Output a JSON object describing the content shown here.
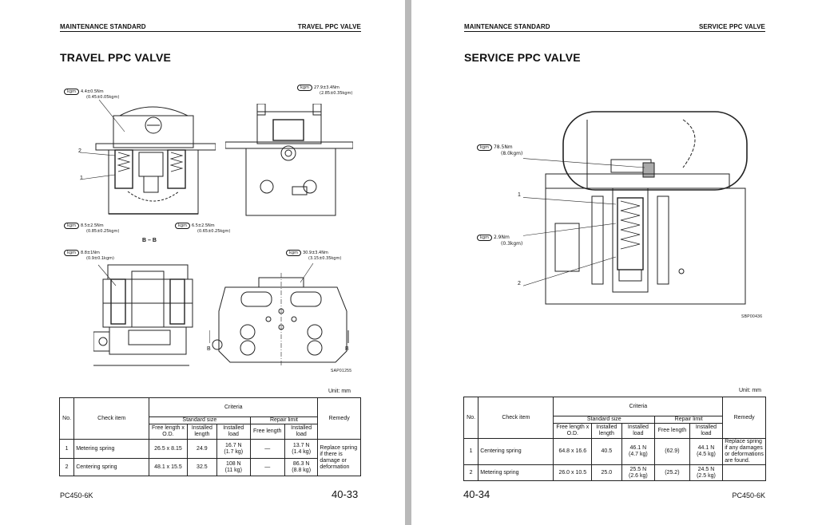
{
  "left": {
    "header_left": "MAINTENANCE STANDARD",
    "header_right": "TRAVEL PPC VALVE",
    "title": "TRAVEL PPC VALVE",
    "torques": {
      "t1": {
        "unit": "kgm",
        "nm": "4.4±0.5Nm",
        "kgm": "(0.45±0.05kgm)"
      },
      "t2": {
        "unit": "kgm",
        "nm": "27.9±3.4Nm",
        "kgm": "(2.85±0.35kgm)"
      },
      "t3": {
        "unit": "kgm",
        "nm": "8.5±2.5Nm",
        "kgm": "(0.85±0.25kgm)"
      },
      "t4": {
        "unit": "kgm",
        "nm": "6.5±2.5Nm",
        "kgm": "(0.65±0.25kgm)"
      },
      "t5": {
        "unit": "kgm",
        "nm": "8.8±1Nm",
        "kgm": "(0.9±0.1kgm)"
      },
      "t6": {
        "unit": "kgm",
        "nm": "30.9±3.4Nm",
        "kgm": "(3.15±0.35kgm)"
      }
    },
    "part1": "1",
    "part2": "2",
    "section_label": "B – B",
    "b_label": "B",
    "figure_code": "SAP01255",
    "unit": "Unit: mm",
    "table": {
      "h_no": "No.",
      "h_item": "Check item",
      "h_criteria": "Criteria",
      "h_remedy": "Remedy",
      "h_standard": "Standard size",
      "h_repair": "Repair limit",
      "h_free_od": "Free length x O.D.",
      "h_inst_len": "Installed length",
      "h_inst_load": "Installed load",
      "h_free_len": "Free length",
      "h_inst_load2": "Installed load",
      "rows": [
        {
          "no": "1",
          "item": "Metering spring",
          "free_od": "26.5 x 8.15",
          "inst_len": "24.9",
          "load_n": "16.7 N",
          "load_kg": "(1.7 kg)",
          "free_len": "—",
          "limit_n": "13.7 N",
          "limit_kg": "(1.4 kg)"
        },
        {
          "no": "2",
          "item": "Centering spring",
          "free_od": "48.1 x 15.5",
          "inst_len": "32.5",
          "load_n": "108 N",
          "load_kg": "(11 kg)",
          "free_len": "—",
          "limit_n": "86.3 N",
          "limit_kg": "(8.8 kg)"
        }
      ],
      "remedy": "Replace spring if there is damage or deformation"
    },
    "footer_model": "PC450-6K",
    "footer_page": "40-33"
  },
  "right": {
    "header_left": "MAINTENANCE STANDARD",
    "header_right": "SERVICE PPC VALVE",
    "title": "SERVICE PPC VALVE",
    "torques": {
      "t1": {
        "unit": "kgm",
        "nm": "78.5Nm",
        "kgm": "(8.0kgm)"
      },
      "t2": {
        "unit": "kgm",
        "nm": "2.9Nm",
        "kgm": "(0.3kgm)"
      }
    },
    "part1": "1",
    "part2": "2",
    "figure_code": "SBP00436",
    "unit": "Unit: mm",
    "table": {
      "h_no": "No.",
      "h_item": "Check item",
      "h_criteria": "Criteria",
      "h_remedy": "Remedy",
      "h_standard": "Standard size",
      "h_repair": "Repair limit",
      "h_free_od": "Free length x O.D.",
      "h_inst_len": "Installed length",
      "h_inst_load": "Installed load",
      "h_free_len": "Free length",
      "h_inst_load2": "Installed load",
      "rows": [
        {
          "no": "1",
          "item": "Centering spring",
          "free_od": "64.8 x 16.6",
          "inst_len": "40.5",
          "load_n": "46.1 N",
          "load_kg": "(4.7 kg)",
          "free_len": "(62.9)",
          "limit_n": "44.1 N",
          "limit_kg": "(4.5 kg)"
        },
        {
          "no": "2",
          "item": "Metering spring",
          "free_od": "26.0 x 10.5",
          "inst_len": "25.0",
          "load_n": "25.5 N",
          "load_kg": "(2.6 kg)",
          "free_len": "(25.2)",
          "limit_n": "24.5 N",
          "limit_kg": "(2.5 kg)"
        }
      ],
      "remedy": "Replace spring if any damages or deformations are found."
    },
    "footer_page": "40-34",
    "footer_model": "PC450-6K"
  }
}
